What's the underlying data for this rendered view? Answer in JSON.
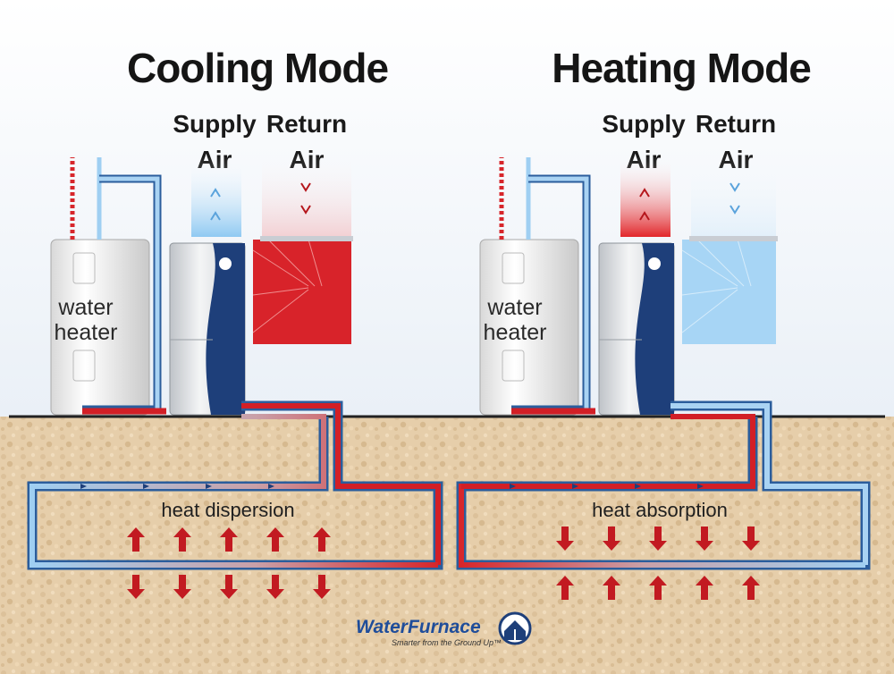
{
  "panels": [
    {
      "mode": "cooling",
      "title": "Cooling Mode",
      "supply_air": [
        "Supply",
        "Air"
      ],
      "return_air": [
        "Return",
        "Air"
      ],
      "water_heater": [
        "water",
        "heater"
      ],
      "loop_label": "heat dispersion",
      "supply_color": "#6fb6ea",
      "return_color": "#d7262b"
    },
    {
      "mode": "heating",
      "title": "Heating Mode",
      "supply_air": [
        "Supply",
        "Air"
      ],
      "return_air": [
        "Return",
        "Air"
      ],
      "water_heater": [
        "water",
        "heater"
      ],
      "loop_label": "heat absorption",
      "supply_color": "#d7262b",
      "return_color": "#6fb6ea"
    }
  ],
  "logo": {
    "brand": "WaterFurnace",
    "tagline": "Smarter from the Ground Up™"
  },
  "colors": {
    "hot": "#d21f26",
    "cold": "#8cc4ee",
    "pipe_outline": "#2b5d9c",
    "ground": "#e3cba7",
    "unit_blue": "#1e3f7a"
  }
}
